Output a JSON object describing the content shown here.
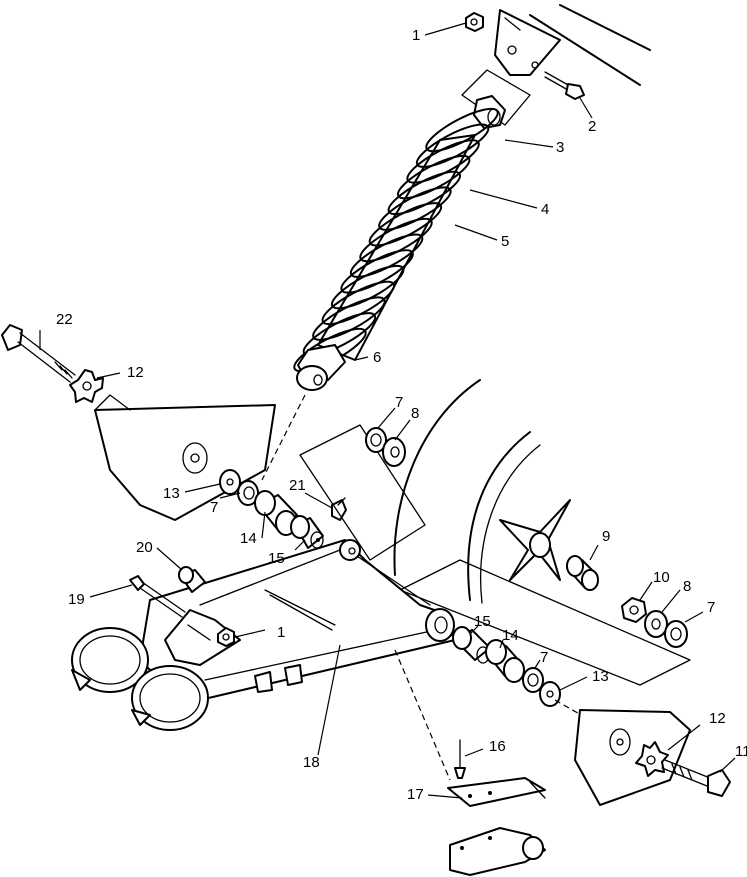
{
  "callouts": [
    {
      "id": "c1a",
      "text": "1"
    },
    {
      "id": "c2",
      "text": "2"
    },
    {
      "id": "c3",
      "text": "3"
    },
    {
      "id": "c4",
      "text": "4"
    },
    {
      "id": "c5",
      "text": "5"
    },
    {
      "id": "c6",
      "text": "6"
    },
    {
      "id": "c7a",
      "text": "7"
    },
    {
      "id": "c8a",
      "text": "8"
    },
    {
      "id": "c22",
      "text": "22"
    },
    {
      "id": "c12a",
      "text": "12"
    },
    {
      "id": "c13a",
      "text": "13"
    },
    {
      "id": "c7b",
      "text": "7"
    },
    {
      "id": "c21",
      "text": "21"
    },
    {
      "id": "c14a",
      "text": "14"
    },
    {
      "id": "c15a",
      "text": "15"
    },
    {
      "id": "c20",
      "text": "20"
    },
    {
      "id": "c19",
      "text": "19"
    },
    {
      "id": "c1b",
      "text": "1"
    },
    {
      "id": "c9",
      "text": "9"
    },
    {
      "id": "c10",
      "text": "10"
    },
    {
      "id": "c8b",
      "text": "8"
    },
    {
      "id": "c7c",
      "text": "7"
    },
    {
      "id": "c15b",
      "text": "15"
    },
    {
      "id": "c14b",
      "text": "14"
    },
    {
      "id": "c7d",
      "text": "7"
    },
    {
      "id": "c13b",
      "text": "13"
    },
    {
      "id": "c12b",
      "text": "12"
    },
    {
      "id": "c11",
      "text": "11"
    },
    {
      "id": "c16",
      "text": "16"
    },
    {
      "id": "c17",
      "text": "17"
    },
    {
      "id": "c18",
      "text": "18"
    }
  ]
}
